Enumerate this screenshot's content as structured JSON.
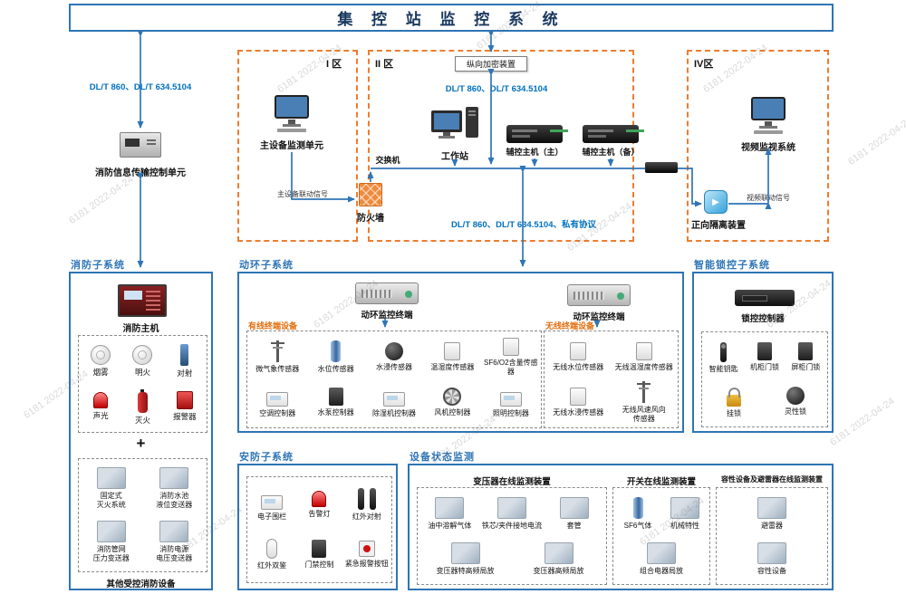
{
  "watermark": {
    "text": "6181 2022-04-24"
  },
  "title": "集 控 站 监 控 系 统",
  "zones": {
    "z1": "I 区",
    "z2": "II 区",
    "z4": "IV区"
  },
  "network": {
    "fire_protocol": "DL/T 860、DL/T 634.5104",
    "zone2_protocol": "DL/T 860、DL/T 634.5104",
    "bus_protocol": "DL/T 860、DL/T 634.5104、私有协议",
    "encryption_device": "纵向加密装置",
    "switch": "交换机",
    "firewall": "防火墙",
    "main_linkage_signal": "主设备联动信号",
    "video_linkage_signal": "视频联动信号",
    "forward_isolation": "正向隔离装置"
  },
  "nodes": {
    "fire_transmission_unit": "消防信息传输控制单元",
    "main_device_monitor": "主设备监测单元",
    "workstation": "工作站",
    "aux_host_main": "辅控主机（主）",
    "aux_host_backup": "辅控主机（备）",
    "video_system": "视频监视系统"
  },
  "fire": {
    "title": "消防子系统",
    "host": "消防主机",
    "sensors": [
      "烟雾",
      "明火",
      "对射",
      "声光",
      "灭火",
      "报警器"
    ],
    "plus": "+",
    "devices": [
      "固定式\n灭火系统",
      "消防水池\n液位变送器",
      "消防管网\n压力变送器",
      "消防电源\n电压变送器"
    ],
    "footer": "其他受控消防设备"
  },
  "env": {
    "title": "动环子系统",
    "terminal1": "动环监控终端",
    "terminal2": "动环监控终端",
    "wired_label": "有线终端设备",
    "wireless_label": "无线终端设备",
    "wired": [
      "微气象传感器",
      "水位传感器",
      "水浸传感器",
      "温湿度传感器",
      "SF6/O2含量传感器",
      "空调控制器",
      "水泵控制器",
      "除湿机控制器",
      "风机控制器",
      "照明控制器"
    ],
    "wireless": [
      "无线水位传感器",
      "无线温湿度传感器",
      "无线水浸传感器",
      "无线风速风向\n传感器"
    ]
  },
  "lock": {
    "title": "智能锁控子系统",
    "controller": "锁控控制器",
    "items": [
      "智能钥匙",
      "机柜门锁",
      "屏柜门锁",
      "挂锁",
      "灵性锁"
    ]
  },
  "security": {
    "title": "安防子系统",
    "items": [
      "电子围栏",
      "告警灯",
      "红外对射",
      "红外双鉴",
      "门禁控制",
      "紧急报警按钮"
    ]
  },
  "status": {
    "title": "设备状态监测",
    "transformer": {
      "title": "变压器在线监测装置",
      "items": [
        "油中溶解气体",
        "铁芯/夹件接地电流",
        "套管",
        "变压器特高频局放",
        "变压器高频局放"
      ]
    },
    "switchgear": {
      "title": "开关在线监测装置",
      "items": [
        "SF6气体",
        "机械特性",
        "组合电器局放"
      ]
    },
    "capacitive": {
      "title": "容性设备及避雷器在线监测装置",
      "items": [
        "避雷器",
        "容性设备"
      ]
    }
  }
}
